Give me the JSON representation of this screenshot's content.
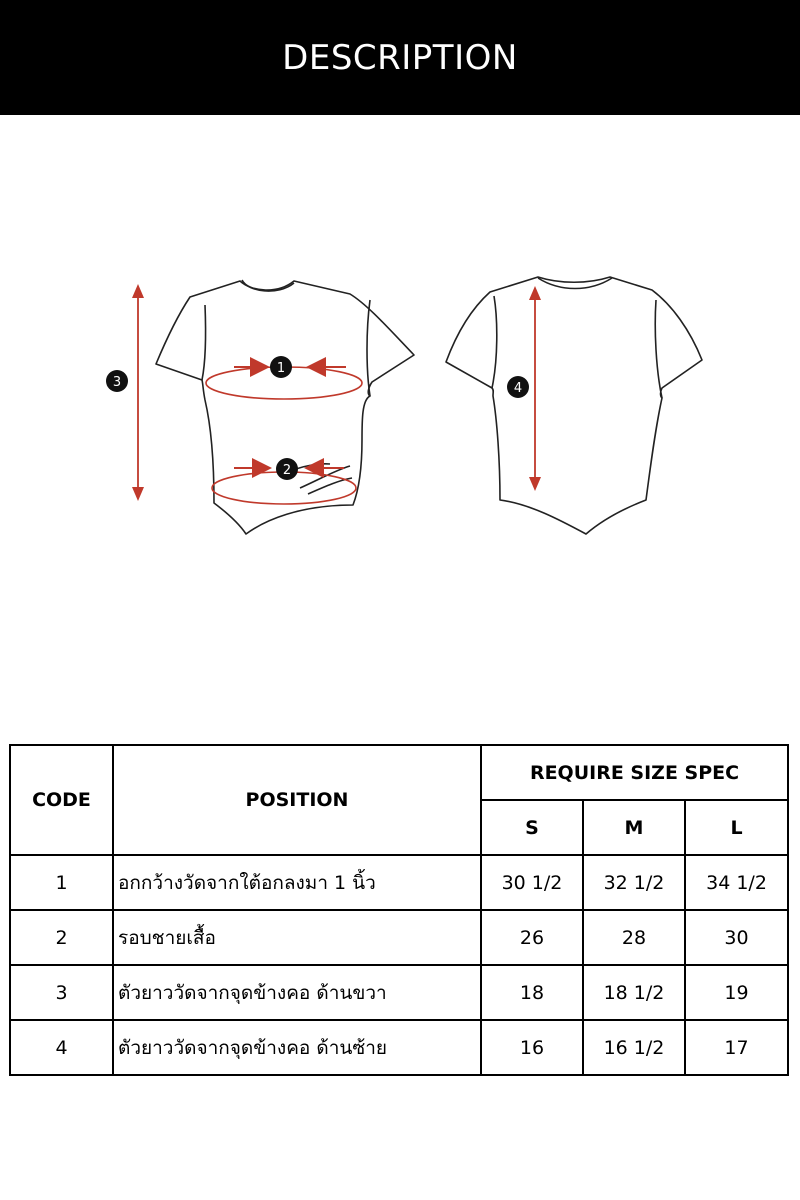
{
  "header": {
    "title": "DESCRIPTION"
  },
  "diagram": {
    "front_markers": [
      "1",
      "2",
      "3"
    ],
    "back_markers": [
      "4"
    ],
    "accent_color": "#c0392b"
  },
  "table": {
    "headers": {
      "code": "CODE",
      "position": "POSITION",
      "spec_group": "REQUIRE SIZE SPEC",
      "sizes": [
        "S",
        "M",
        "L"
      ]
    },
    "rows": [
      {
        "code": "1",
        "position": "อกกว้างวัดจากใต้อกลงมา 1 นิ้ว",
        "values": [
          "30 1/2",
          "32 1/2",
          "34 1/2"
        ]
      },
      {
        "code": "2",
        "position": "รอบชายเสื้อ",
        "values": [
          "26",
          "28",
          "30"
        ]
      },
      {
        "code": "3",
        "position": "ตัวยาววัดจากจุดข้างคอ ด้านขวา",
        "values": [
          "18",
          "18 1/2",
          "19"
        ]
      },
      {
        "code": "4",
        "position": "ตัวยาววัดจากจุดข้างคอ ด้านซ้าย",
        "values": [
          "16",
          "16 1/2",
          "17"
        ]
      }
    ]
  }
}
